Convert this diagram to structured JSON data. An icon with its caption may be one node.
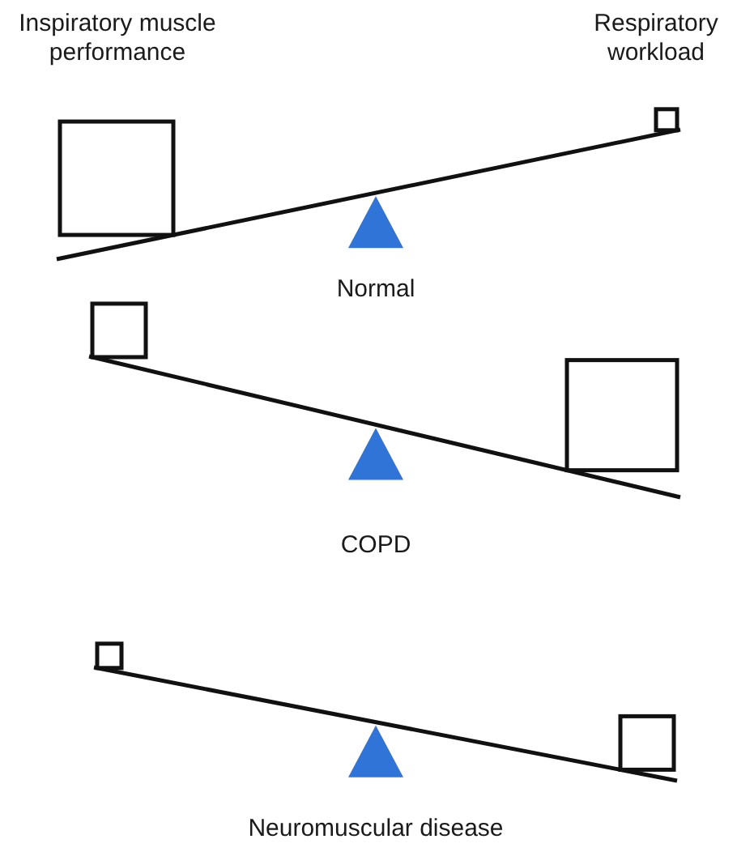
{
  "diagram": {
    "labels": [
      "Inspiratory muscle performance",
      "Respiratory workload",
      "Normal",
      "COPD",
      "Neuromuscular disease"
    ]
  }
}
